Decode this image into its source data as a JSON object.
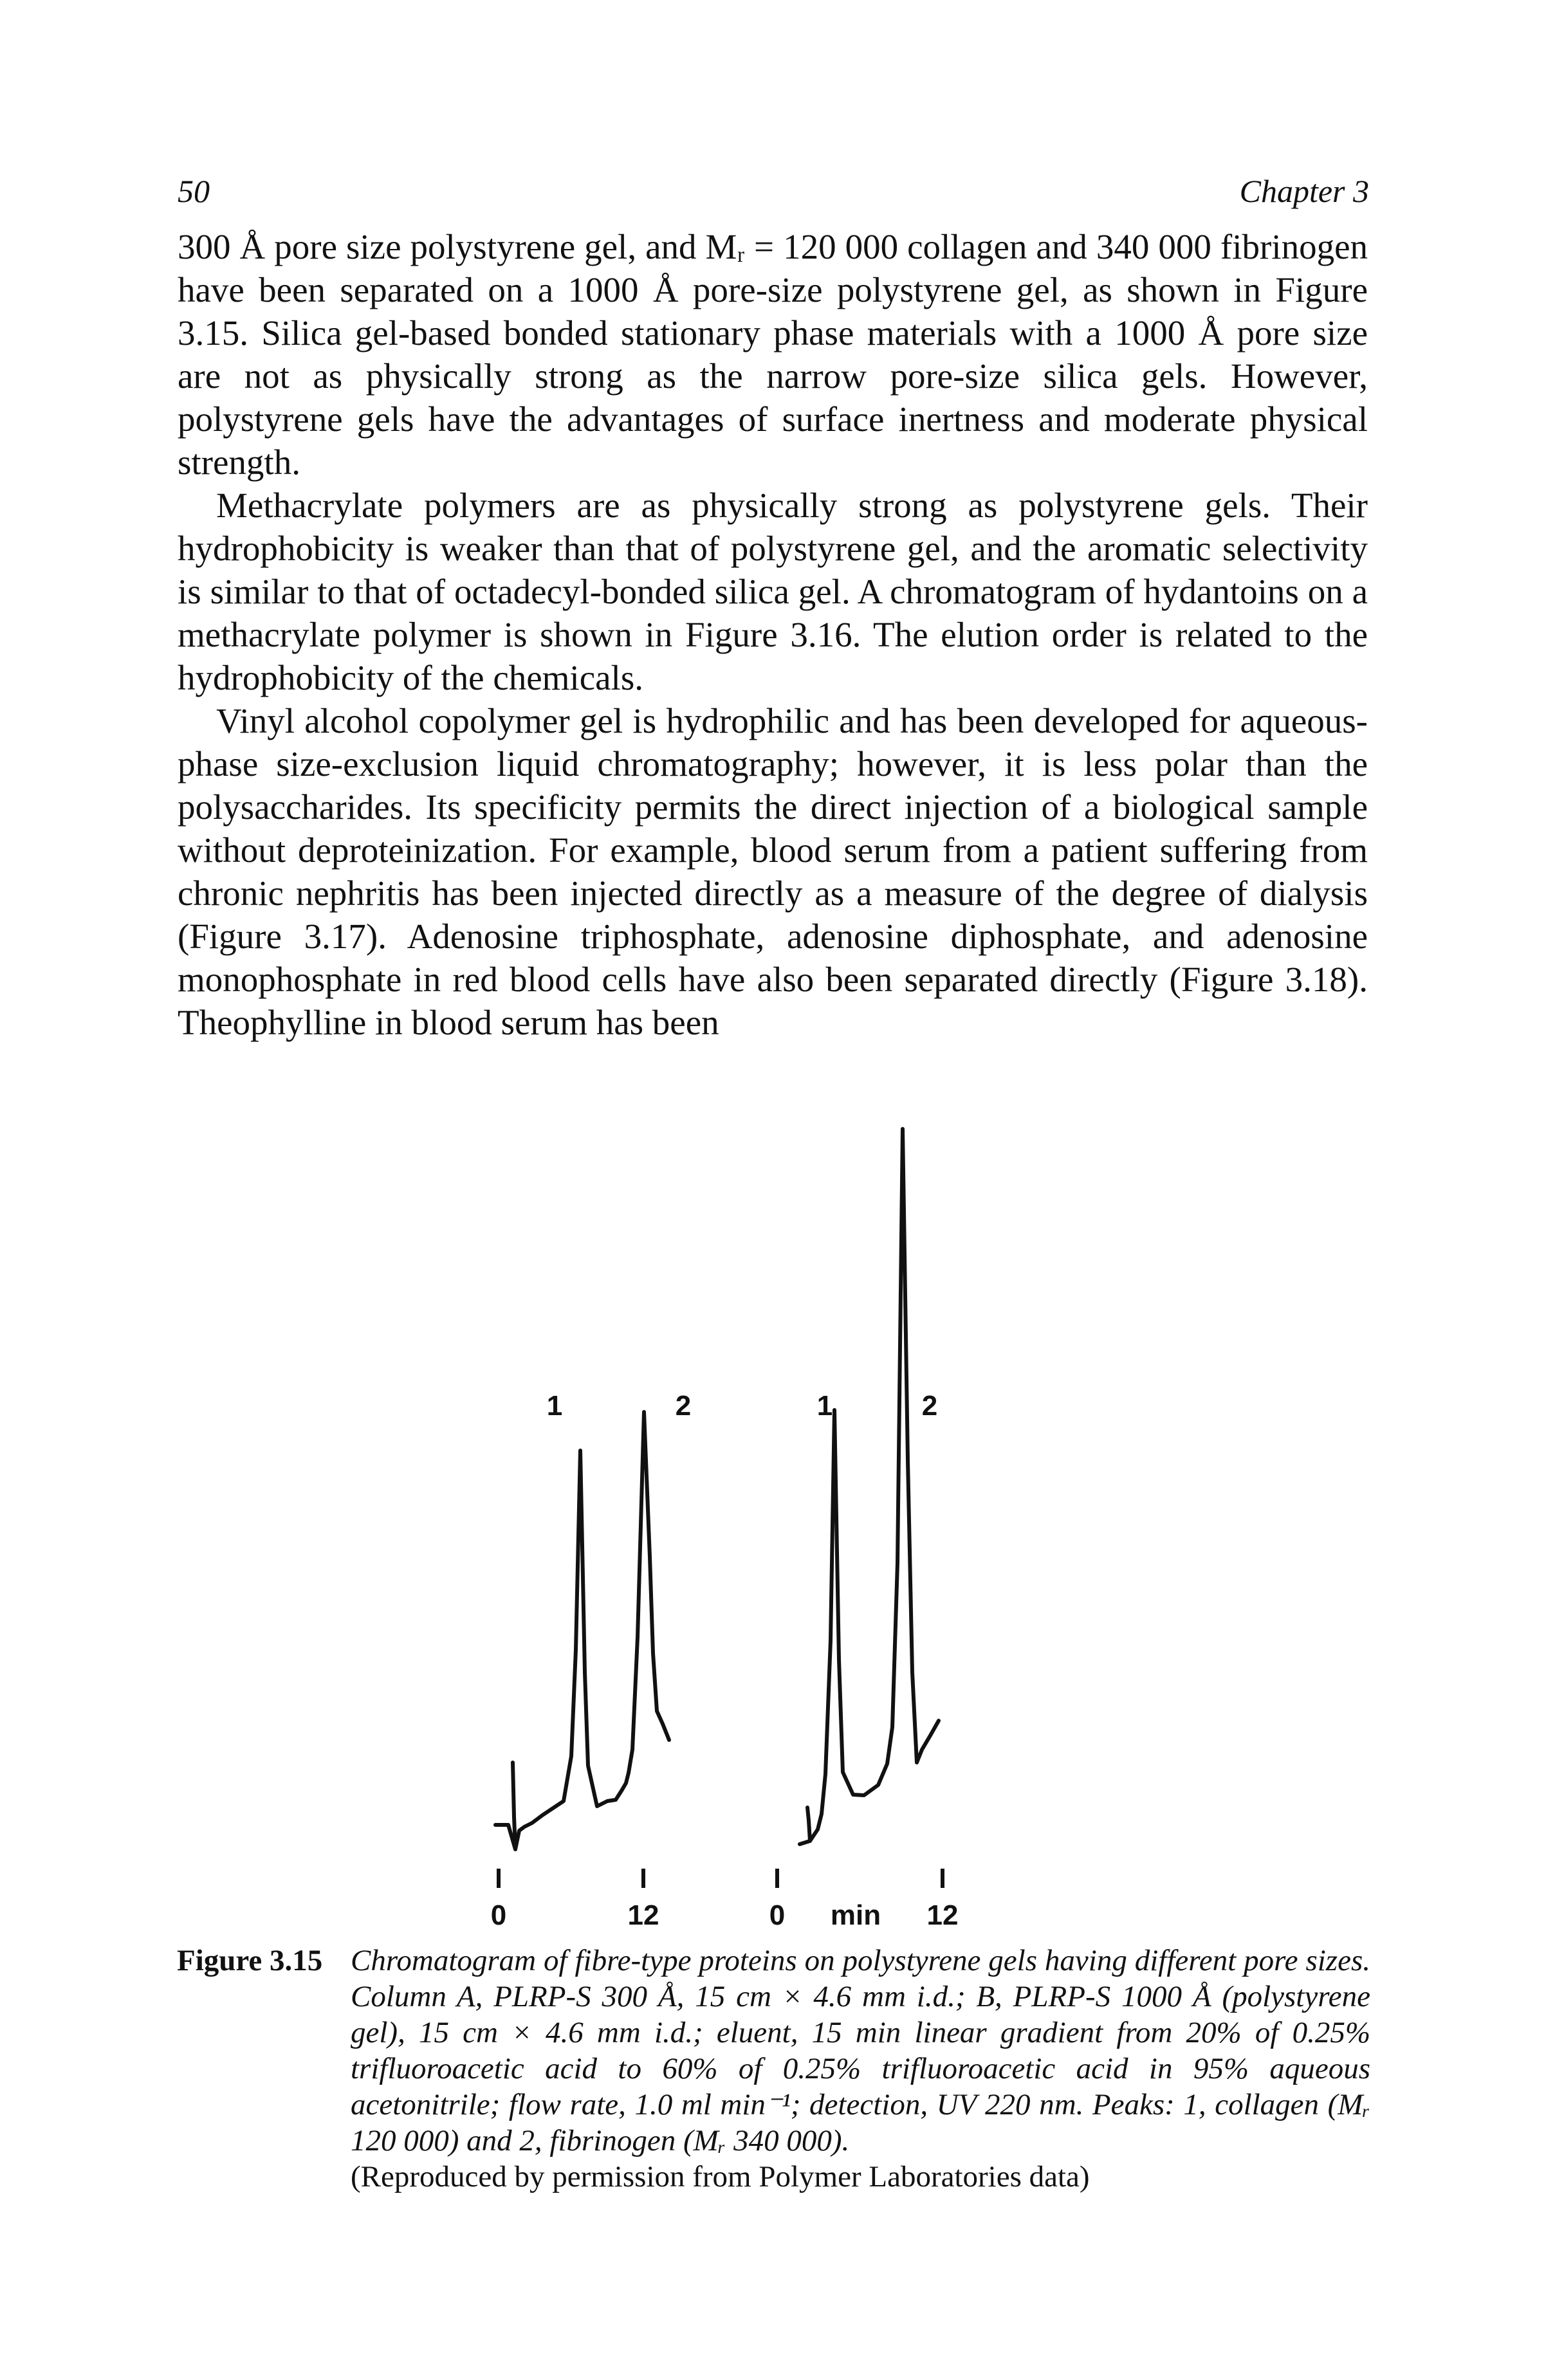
{
  "header": {
    "page_number": "50",
    "running_head": "Chapter 3"
  },
  "body_paragraphs": [
    "300 Å pore size polystyrene gel, and Mᵣ = 120 000 collagen and 340 000 fibrinogen have been separated on a 1000 Å pore-size polystyrene gel, as shown in Figure 3.15. Silica gel-based bonded stationary phase materials with a 1000 Å pore size are not as physically strong as the narrow pore-size silica gels. However, polystyrene gels have the advantages of surface inertness and moderate physical strength.",
    "Methacrylate polymers are as physically strong as polystyrene gels. Their hydrophobicity is weaker than that of polystyrene gel, and the aromatic selectivity is similar to that of octadecyl-bonded silica gel. A chromatogram of hydantoins on a methacrylate polymer is shown in Figure 3.16. The elution order is related to the hydrophobicity of the chemicals.",
    "Vinyl alcohol copolymer gel is hydrophilic and has been developed for aqueous-phase size-exclusion liquid chromatography; however, it is less polar than the polysaccharides. Its specificity permits the direct injection of a biological sample without deproteinization. For example, blood serum from a patient suffering from chronic nephritis has been injected directly as a measure of the degree of dialysis (Figure 3.17). Adenosine triphosphate, adenosine diphosphate, and adenosine monophosphate in red blood cells have also been separated directly (Figure 3.18). Theophylline in blood serum has been"
  ],
  "figure": {
    "peak_labels_a": [
      "1",
      "2"
    ],
    "peak_labels_b": [
      "1",
      "2"
    ],
    "axis_labels": [
      "0",
      "12",
      "0",
      "min",
      "12"
    ]
  },
  "caption": {
    "label": "Figure 3.15",
    "text": "Chromatogram of fibre-type proteins on polystyrene gels having different pore sizes. Column A, PLRP-S 300 Å, 15 cm × 4.6 mm i.d.; B, PLRP-S 1000 Å (polystyrene gel), 15 cm × 4.6 mm i.d.; eluent, 15 min linear gradient from 20% of 0.25% trifluoroacetic acid to 60% of 0.25% trifluoroacetic acid in 95% aqueous acetonitrile; flow rate, 1.0 ml min⁻¹; detection, UV 220 nm. Peaks: 1, collagen (Mᵣ 120 000) and 2, fibrinogen (Mᵣ 340 000).",
    "reproduced": "(Reproduced by permission from Polymer Laboratories data)"
  }
}
